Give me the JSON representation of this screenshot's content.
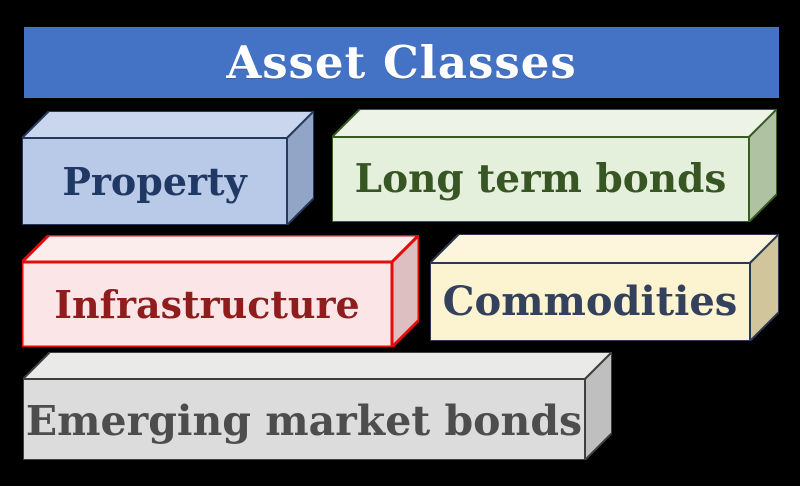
{
  "background_color": "#000000",
  "banner": {
    "title": "Asset Classes",
    "bg": "#4472C4",
    "text_color": "#FFFFFF"
  },
  "diagram_type": "3d-box-list",
  "boxes": [
    {
      "label": "Property",
      "colors": {
        "front": "#B9C9E8",
        "top": "#C9D6EE",
        "side": "#92A5C6",
        "border": "#24395E",
        "text": "#1F3864"
      }
    },
    {
      "label": "Long term bonds",
      "colors": {
        "front": "#E4EFDC",
        "top": "#EDF4E7",
        "side": "#AFC2A2",
        "border": "#3A5B22",
        "text": "#375623"
      }
    },
    {
      "label": "Infrastructure",
      "colors": {
        "front": "#FBE5E6",
        "top": "#FCEDED",
        "side": "#DEBFC1",
        "border": "#E30B0B",
        "text": "#8F1D1D"
      }
    },
    {
      "label": "Commodities",
      "colors": {
        "front": "#FCF3D0",
        "top": "#FDF6DC",
        "side": "#D0C59B",
        "border": "#2A3A50",
        "text": "#33415C"
      }
    },
    {
      "label": "Emerging market bonds",
      "colors": {
        "front": "#DCDCDC",
        "top": "#EAEAE8",
        "side": "#BFBFBF",
        "border": "#3F3F3F",
        "text": "#4D4D4D"
      }
    }
  ]
}
